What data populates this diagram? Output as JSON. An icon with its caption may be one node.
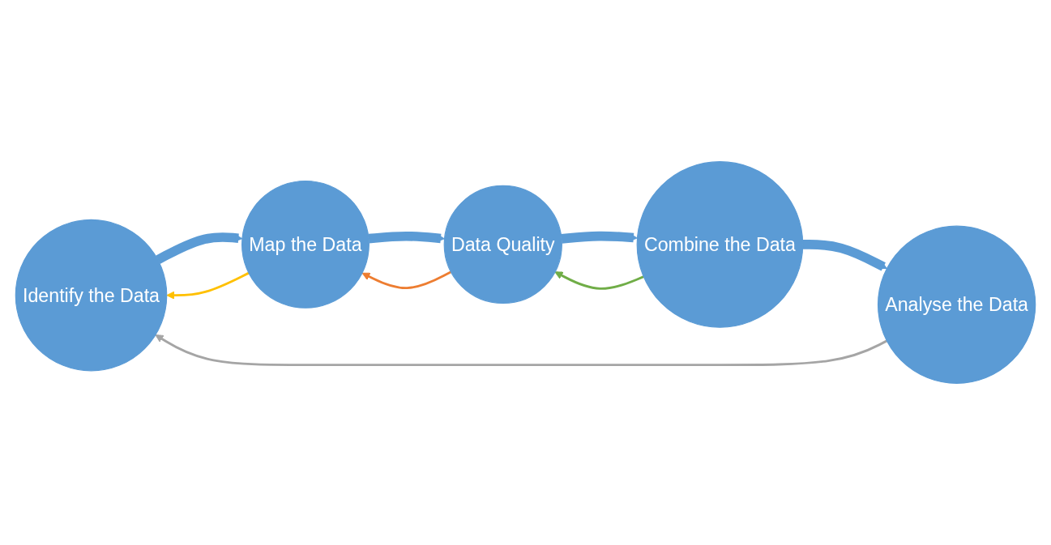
{
  "diagram": {
    "nodes": [
      {
        "text": [
          "Identify the Data"
        ]
      },
      {
        "text": [
          "Map the Data"
        ]
      },
      {
        "text": [
          "Data Quality"
        ]
      },
      {
        "text": [
          "Combine the Data"
        ]
      },
      {
        "text": [
          "Analyse the Data"
        ]
      }
    ],
    "edges": [
      {
        "from": 0,
        "to": 1,
        "arrow": "to",
        "style": "thick"
      },
      {
        "from": 1,
        "to": 2,
        "arrow": "to",
        "style": "thick"
      },
      {
        "from": 2,
        "to": 3,
        "arrow": "to",
        "style": "thick"
      },
      {
        "from": 3,
        "to": 4,
        "arrow": "to",
        "style": "thick"
      },
      {
        "from": 1,
        "to": 0,
        "arrow": "to",
        "color": "#ffc000"
      },
      {
        "from": 2,
        "to": 1,
        "arrow": "to",
        "color": "#ed7d31"
      },
      {
        "from": 3,
        "to": 2,
        "arrow": "to",
        "color": "#70ad47"
      },
      {
        "from": 4,
        "to": 0,
        "arrow": "to",
        "color": "#a5a5a5"
      }
    ]
  }
}
